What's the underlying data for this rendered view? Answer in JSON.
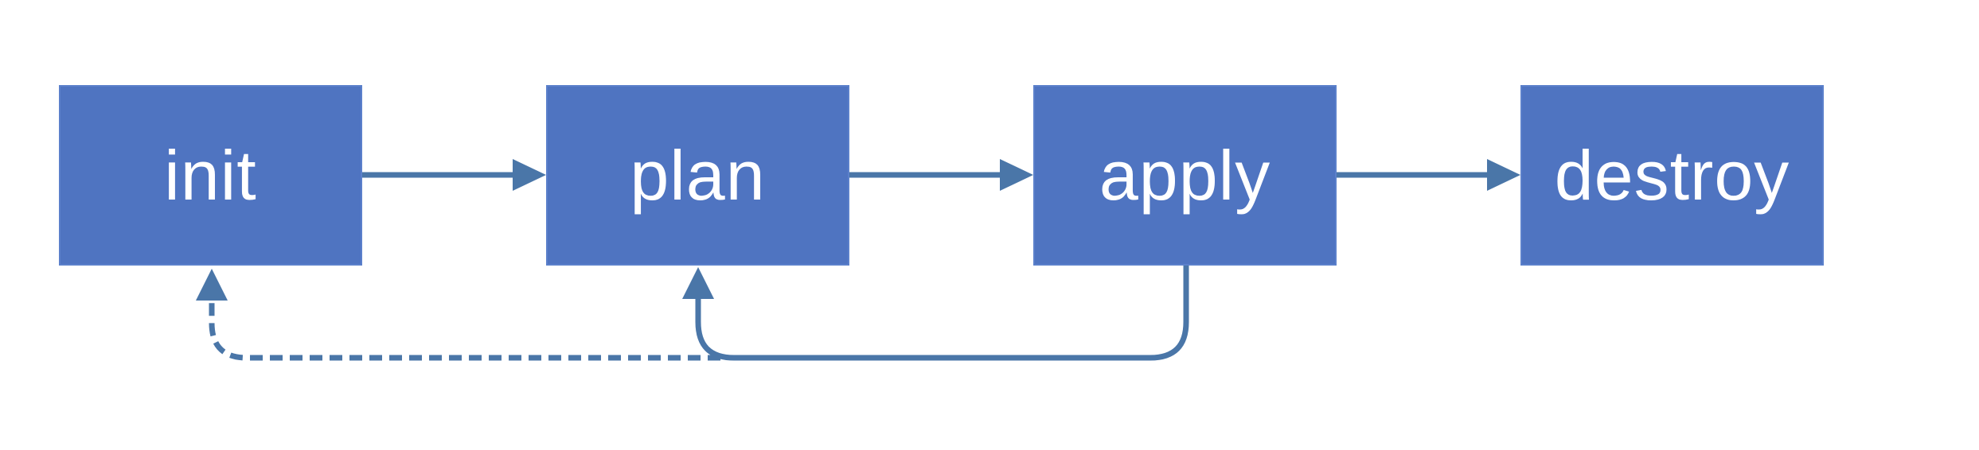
{
  "colors": {
    "box_fill": "#4f74c1",
    "box_text": "#ffffff",
    "connector": "#4a76a8",
    "background": "#ffffff"
  },
  "stages": [
    {
      "id": "init",
      "label": "init"
    },
    {
      "id": "plan",
      "label": "plan"
    },
    {
      "id": "apply",
      "label": "apply"
    },
    {
      "id": "destroy",
      "label": "destroy"
    }
  ],
  "edges": [
    {
      "from": "init",
      "to": "plan",
      "style": "solid"
    },
    {
      "from": "plan",
      "to": "apply",
      "style": "solid"
    },
    {
      "from": "apply",
      "to": "destroy",
      "style": "solid"
    },
    {
      "from": "apply",
      "to": "plan",
      "style": "solid",
      "kind": "loop-back"
    },
    {
      "from": "apply",
      "to": "init",
      "style": "dashed",
      "kind": "loop-back"
    }
  ]
}
